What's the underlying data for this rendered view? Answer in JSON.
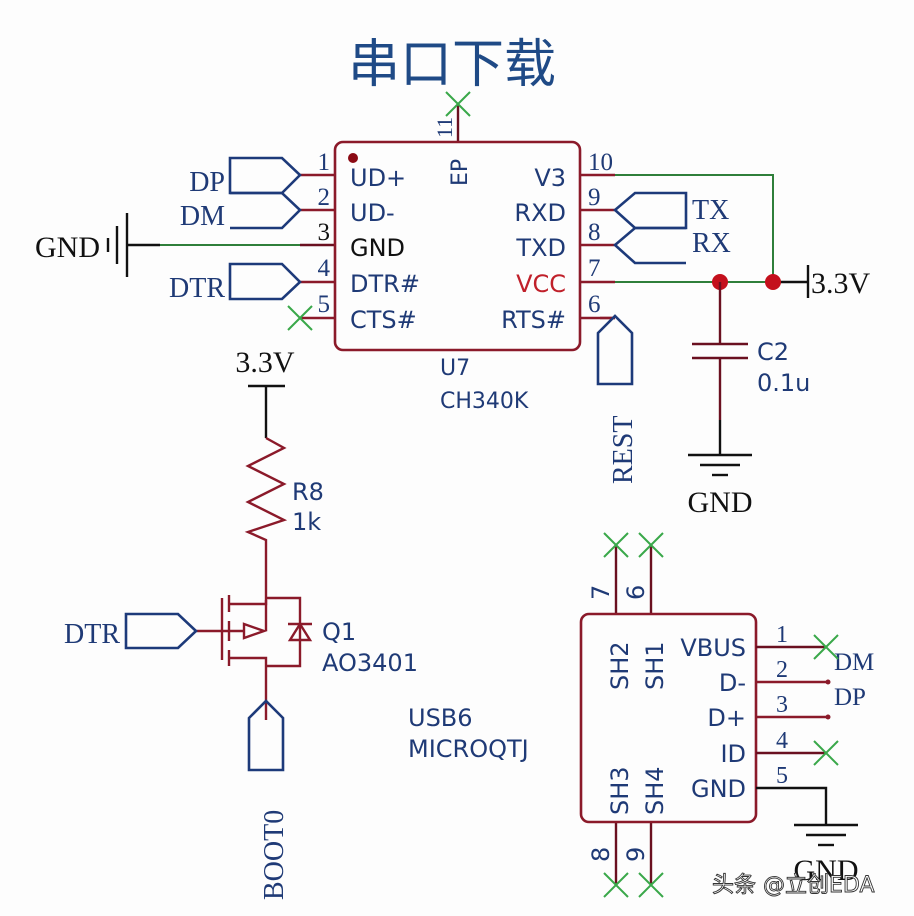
{
  "title": "串口下载",
  "u7": {
    "ref": "U7",
    "part": "CH340K",
    "left_pins": [
      {
        "num": "1",
        "name": "UD+",
        "net": "DP"
      },
      {
        "num": "2",
        "name": "UD-",
        "net": "DM"
      },
      {
        "num": "3",
        "name": "GND",
        "net": "GND"
      },
      {
        "num": "4",
        "name": "DTR#",
        "net": "DTR"
      },
      {
        "num": "5",
        "name": "CTS#",
        "net": "NC"
      }
    ],
    "right_pins": [
      {
        "num": "10",
        "name": "V3",
        "net": "3.3V"
      },
      {
        "num": "9",
        "name": "RXD",
        "net": "TX"
      },
      {
        "num": "8",
        "name": "TXD",
        "net": "RX"
      },
      {
        "num": "7",
        "name": "VCC",
        "net": "3.3V"
      },
      {
        "num": "6",
        "name": "RTS#",
        "net": "REST"
      }
    ],
    "top_pin": {
      "num": "11",
      "name": "EP",
      "net": "NC"
    }
  },
  "nets": {
    "dp": "DP",
    "dm": "DM",
    "gnd": "GND",
    "dtr": "DTR",
    "tx": "TX",
    "rx": "RX",
    "v33": "3.3V",
    "rest": "REST",
    "boot0": "BOOT0"
  },
  "c2": {
    "ref": "C2",
    "value": "0.1u"
  },
  "r8": {
    "ref": "R8",
    "value": "1k"
  },
  "q1": {
    "ref": "Q1",
    "part": "AO3401"
  },
  "usb6": {
    "ref": "USB6",
    "part": "MICROQTJ",
    "right_pins": [
      {
        "num": "1",
        "name": "VBUS",
        "net": "NC"
      },
      {
        "num": "2",
        "name": "D-",
        "net": "DM"
      },
      {
        "num": "3",
        "name": "D+",
        "net": "DP"
      },
      {
        "num": "4",
        "name": "ID",
        "net": "NC"
      },
      {
        "num": "5",
        "name": "GND",
        "net": "GND"
      }
    ],
    "top_pins": [
      {
        "num": "7",
        "name": "SH2"
      },
      {
        "num": "6",
        "name": "SH1"
      }
    ],
    "bottom_pins": [
      {
        "num": "8",
        "name": "SH3"
      },
      {
        "num": "9",
        "name": "SH4"
      }
    ]
  },
  "watermark": "头条 @立创EDA"
}
